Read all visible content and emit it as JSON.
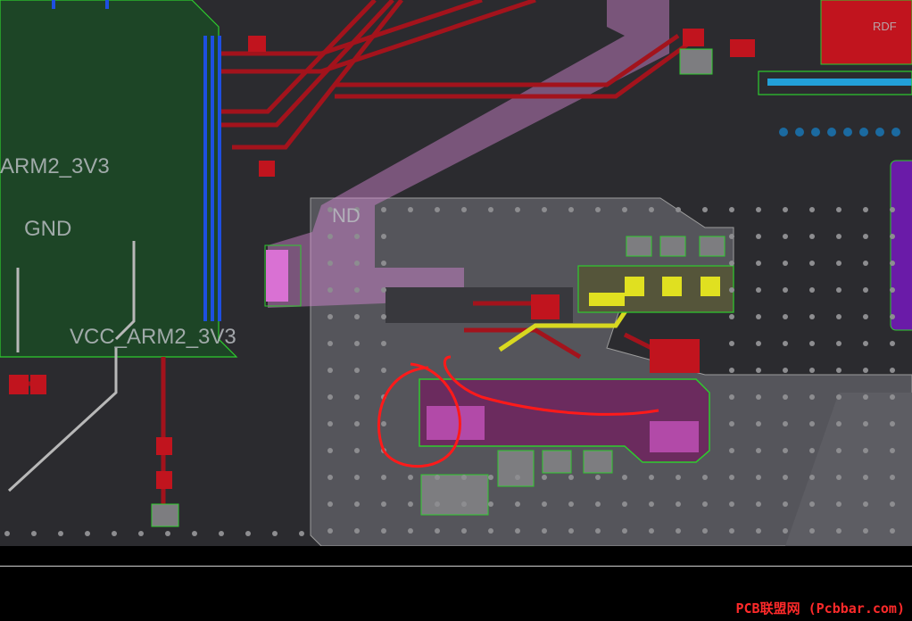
{
  "labels": {
    "arm2_3v3": "ARM2_3V3",
    "gnd_left": "GND",
    "vcc_arm2_3v3": "VCC_ARM2_3V3",
    "gnd_partial": "ND",
    "rdf": "RDF"
  },
  "watermark": "PCB联盟网 (Pcbbar.com)",
  "colors": {
    "board_bg": "#2a2a2e",
    "copper_fill_green": "#1f4a2a",
    "ground_pour_gray": "#5a5a60",
    "trace_red": "#a3131c",
    "pad_red": "#c1141e",
    "pad_pink": "#d96ad9",
    "trace_pink": "#e8a3e0",
    "trace_blue": "#1a4bd9",
    "trace_yellow": "#d8d820",
    "outline_green": "#2ecc2e",
    "annotation_red": "#ff1a1a",
    "bus_cyan": "#22a0d8",
    "ic_purple": "#6a1ba8"
  }
}
